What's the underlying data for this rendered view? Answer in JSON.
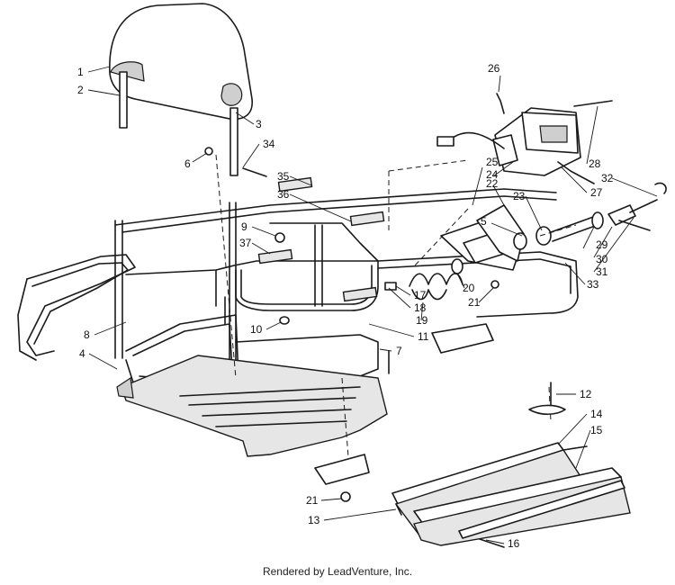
{
  "footer": "Rendered by LeadVenture, Inc.",
  "callouts": [
    "1",
    "2",
    "3",
    "4",
    "5",
    "6",
    "7",
    "8",
    "9",
    "10",
    "11",
    "12",
    "13",
    "14",
    "15",
    "16",
    "17",
    "18",
    "19",
    "20",
    "21",
    "21",
    "22",
    "23",
    "24",
    "25",
    "26",
    "27",
    "28",
    "29",
    "30",
    "31",
    "32",
    "33",
    "34",
    "35",
    "36",
    "37"
  ]
}
